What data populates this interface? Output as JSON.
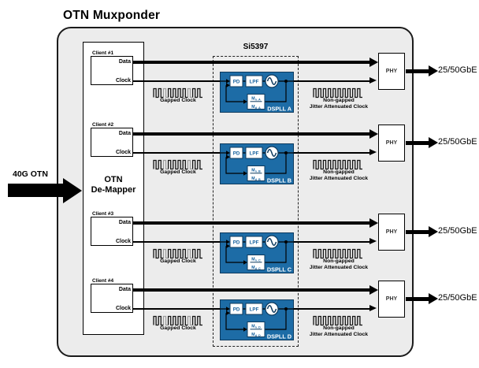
{
  "title": "OTN Muxponder",
  "chip": {
    "label": "Si5397"
  },
  "input": {
    "label": "40G OTN"
  },
  "demapper": {
    "line1": "OTN",
    "line2": "De-Mapper"
  },
  "ports": {
    "data": "Data",
    "clock": "Clock"
  },
  "captions": {
    "gapped": "Gapped Clock",
    "nongapped1": "Non-gapped",
    "nongapped2": "Jitter Attenuated Clock"
  },
  "pll_blocks": {
    "pd": "PD",
    "lpf": "LPF",
    "m_base": "M"
  },
  "phy": {
    "label": "PHY"
  },
  "output": {
    "label": "25/50GbE"
  },
  "rows": [
    {
      "client": "Client #1",
      "dspll": "DSPLL A",
      "m_num_sub": "n_A",
      "m_den_sub": "d_A"
    },
    {
      "client": "Client #2",
      "dspll": "DSPLL B",
      "m_num_sub": "n_B",
      "m_den_sub": "d_B"
    },
    {
      "client": "Client #3",
      "dspll": "DSPLL C",
      "m_num_sub": "n_C",
      "m_den_sub": "d_C"
    },
    {
      "client": "Client #4",
      "dspll": "DSPLL D",
      "m_num_sub": "n_D",
      "m_den_sub": "d_D"
    }
  ],
  "colors": {
    "dspll_blue": "#1d6ca6",
    "dspll_border": "#0d3a5e",
    "panel_bg": "#ececec",
    "line": "#000000",
    "gapped_gray": "#9b9b9b",
    "pll_text_blue": "#135f9c"
  }
}
